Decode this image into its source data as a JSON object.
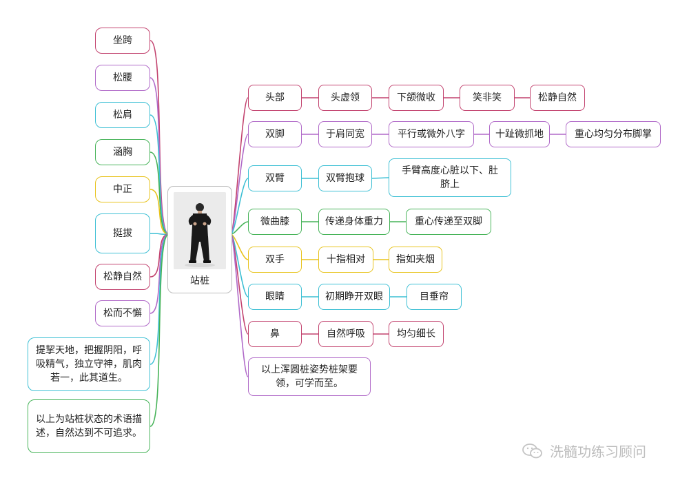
{
  "center": {
    "label": "站桩"
  },
  "left_nodes": [
    {
      "text": "坐跨",
      "color": "#c2426e"
    },
    {
      "text": "松腰",
      "color": "#b069c8"
    },
    {
      "text": "松肩",
      "color": "#3cbfd4"
    },
    {
      "text": "涵胸",
      "color": "#46b358"
    },
    {
      "text": "中正",
      "color": "#e8c31c"
    },
    {
      "text": "挺拔",
      "color": "#3cbfd4"
    },
    {
      "text": "松静自然",
      "color": "#c2426e"
    },
    {
      "text": "松而不懈",
      "color": "#b069c8"
    },
    {
      "text": "提挈天地，把握阴阳，呼吸精气，独立守神，肌肉若一，此其道生。",
      "color": "#3cbfd4"
    },
    {
      "text": "以上为站桩状态的术语描述，自然达到不可追求。",
      "color": "#46b358"
    }
  ],
  "branches": [
    {
      "text": "头部",
      "color": "#c2426e",
      "children": [
        "头虚领",
        "下颌微收",
        "笑非笑",
        "松静自然"
      ]
    },
    {
      "text": "双脚",
      "color": "#b069c8",
      "children": [
        "于肩同宽",
        "平行或微外八字",
        "十趾微抓地",
        "重心均匀分布脚掌"
      ]
    },
    {
      "text": "双臂",
      "color": "#3cbfd4",
      "children": [
        "双臂抱球",
        "手臂高度心脏以下、肚脐上"
      ]
    },
    {
      "text": "微曲膝",
      "color": "#46b358",
      "children": [
        "传递身体重力",
        "重心传递至双脚"
      ]
    },
    {
      "text": "双手",
      "color": "#e8c31c",
      "children": [
        "十指相对",
        "指如夹烟"
      ]
    },
    {
      "text": "眼睛",
      "color": "#3cbfd4",
      "children": [
        "初期睁开双眼",
        "目垂帘"
      ]
    },
    {
      "text": "鼻",
      "color": "#c2426e",
      "children": [
        "自然呼吸",
        "均匀细长"
      ]
    },
    {
      "text": "以上浑圆桩姿势桩架要领，可学而至。",
      "color": "#b069c8",
      "children": []
    }
  ],
  "watermark": {
    "text": "洗髓功练习顾问"
  }
}
